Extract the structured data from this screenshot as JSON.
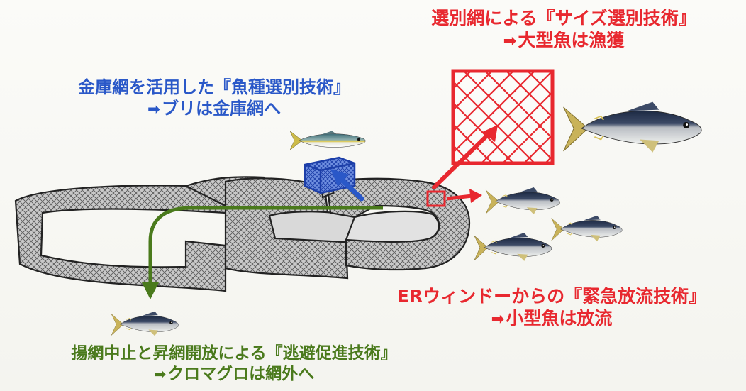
{
  "labels": {
    "size_selection": {
      "title": "選別網による『サイズ選別技術』",
      "result": "大型魚は漁獲"
    },
    "species_selection": {
      "title": "金庫網を活用した『魚種選別技術』",
      "result": "ブリは金庫網へ"
    },
    "emergency_release": {
      "title": "ERウィンドーからの『緊急放流技術』",
      "result": "小型魚は放流"
    },
    "escape_promotion": {
      "title": "揚網中止と昇網開放による『逃避促進技術』",
      "result": "クロマグロは網外へ"
    }
  },
  "arrow_glyph": "➡",
  "colors": {
    "size_selection": "#e8282f",
    "species_selection": "#2a58c8",
    "emergency_release": "#e8282f",
    "escape_promotion": "#4a7a1c",
    "net": "#9a9a9a",
    "tuna_back": "#1d2a44",
    "yellowtail_stripe": "#d9c23a"
  },
  "icons": [
    "set-net-icon",
    "selection-grid-icon",
    "cage-net-icon",
    "tuna-icon",
    "yellowtail-icon"
  ]
}
